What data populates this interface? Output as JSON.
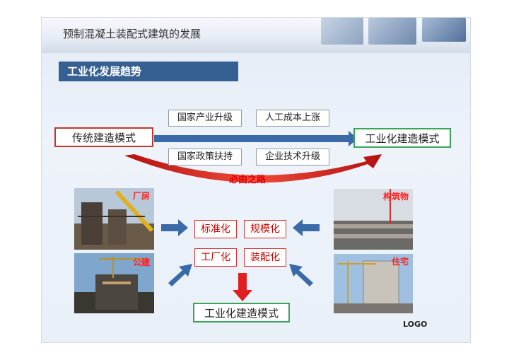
{
  "header": {
    "title": "预制混凝土装配式建筑的发展"
  },
  "section": {
    "title": "工业化发展趋势"
  },
  "flow": {
    "from_label": "传统建造模式",
    "to_label": "工业化建造模式",
    "drivers_top": [
      "国家产业升级",
      "人工成本上涨"
    ],
    "drivers_bottom": [
      "国家政策扶持",
      "企业技术升级"
    ],
    "inevitable_label": "必由之路"
  },
  "modes": [
    "标准化",
    "规模化",
    "工厂化",
    "装配化"
  ],
  "result_label": "工业化建造模式",
  "photos": {
    "factory": "厂房",
    "public": "公建",
    "structure": "构筑物",
    "residence": "住宅"
  },
  "logo": "LOGO",
  "colors": {
    "section_bar": "#366092",
    "arrow_blue": "#3a6aa8",
    "arrow_red": "#d42020",
    "green_border": "#3aa55a"
  }
}
